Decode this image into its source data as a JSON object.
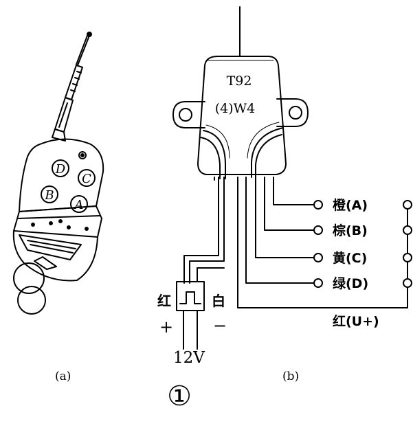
{
  "remote": {
    "buttons": [
      "D",
      "C",
      "B",
      "A"
    ]
  },
  "module": {
    "model": "T92",
    "code": "(4)W4"
  },
  "outputs": [
    {
      "label": "橙(A)"
    },
    {
      "label": "棕(B)"
    },
    {
      "label": "黄(C)"
    },
    {
      "label": "绿(D)"
    }
  ],
  "common": {
    "label": "红(U+)"
  },
  "power": {
    "red": "红",
    "white": "白",
    "plus": "+",
    "minus": "−",
    "voltage": "12V"
  },
  "captions": {
    "a": "(a)",
    "b": "(b)",
    "figure": "①"
  }
}
